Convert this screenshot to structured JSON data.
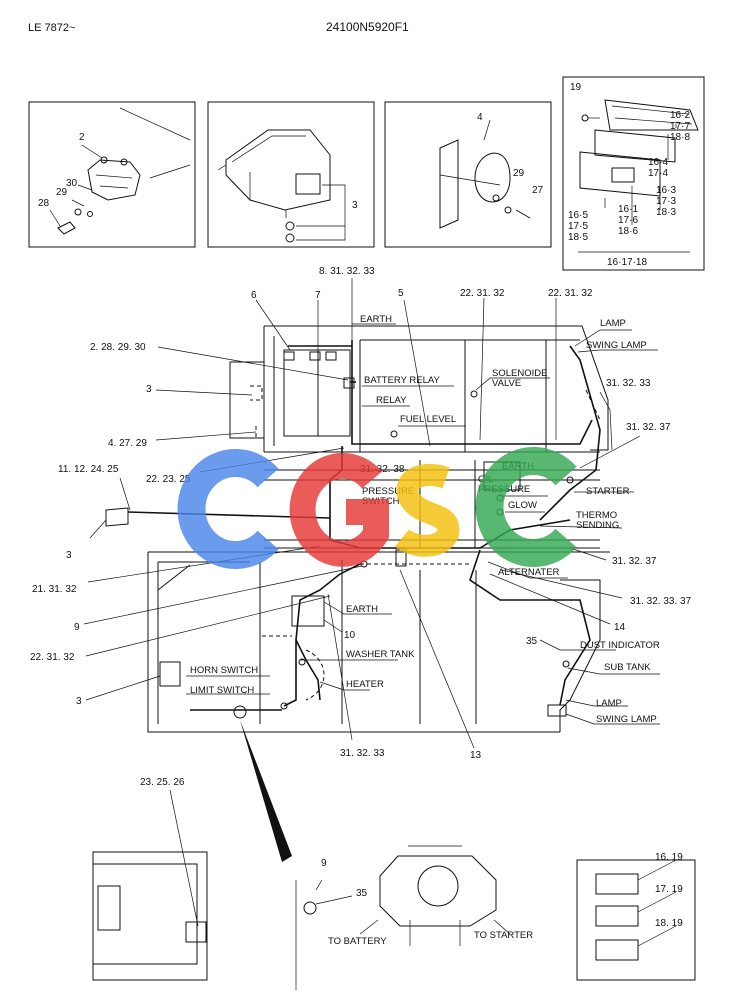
{
  "header": {
    "model": "LE 7872~",
    "part_number": "24100N5920F1"
  },
  "watermark": {
    "text": "CGSC",
    "colors": [
      "#4a86e8",
      "#e53935",
      "#f4c20d",
      "#34a853"
    ]
  },
  "callouts": {
    "c2": "2",
    "c30": "30",
    "c29a": "29",
    "c28": "28",
    "c3a": "3",
    "c4": "4",
    "c29b": "29",
    "c27": "27",
    "c19": "19",
    "c16_2": "16·2",
    "c17_7": "17·7",
    "c18_8": "18·8",
    "c16_4": "16·4",
    "c17_4": "17·4",
    "c16_3": "16·3",
    "c17_3": "17·3",
    "c18_3": "18·3",
    "c16_5": "16·5",
    "c17_5": "17·5",
    "c18_5": "18·5",
    "c16_1": "16·1",
    "c17_6": "17·6",
    "c18_6": "18·6",
    "c16_17_18": "16·17·18",
    "c8_31_32_33": "8. 31. 32. 33",
    "c6": "6",
    "c7": "7",
    "c5": "5",
    "c22_31_32a": "22. 31. 32",
    "c22_31_32b": "22. 31. 32",
    "c2_28_29_30": "2. 28. 29. 30",
    "c3b": "3",
    "c4_27_29": "4. 27. 29",
    "c11_12_24_25": "11. 12. 24. 25",
    "c22_23_25": "22. 23. 25",
    "c31_32_38": "31. 32. 38",
    "c31_32_33a": "31. 32. 33",
    "c31_32_37a": "31. 32. 37",
    "c3c": "3",
    "c21_31_32": "21. 31. 32",
    "c31_32_37b": "31. 32. 37",
    "c9a": "9",
    "c31_32_33_37": "31. 32. 33. 37",
    "c14": "14",
    "c22_31_32c": "22. 31. 32",
    "c10": "10",
    "c35a": "35",
    "c3d": "3",
    "c31_32_33b": "31. 32. 33",
    "c13": "13",
    "c23_25_26": "23. 25. 26",
    "c9b": "9",
    "c35b": "35",
    "c16_19": "16. 19",
    "c17_19": "17. 19",
    "c18_19": "18. 19"
  },
  "labels": {
    "earth_top": "EARTH",
    "lamp_top": "LAMP",
    "swing_lamp_top": "SWING LAMP",
    "battery_relay": "BATTERY RELAY",
    "relay": "RELAY",
    "solenoide_valve_1": "SOLENOIDE",
    "solenoide_valve_2": "VALVE",
    "fuel_level": "FUEL LEVEL",
    "earth_mid": "EARTH",
    "oil_pressure_1": "OIL",
    "oil_pressure_2": "PRESSURE",
    "starter": "STARTER",
    "pressure_switch_1": "PRESSURE",
    "pressure_switch_2": "SWITCH",
    "glow": "GLOW",
    "thermo_sending_1": "THERMO",
    "thermo_sending_2": "SENDING",
    "alternater": "ALTERNATER",
    "earth_low": "EARTH",
    "washer_tank": "WASHER TANK",
    "heater": "HEATER",
    "horn_switch": "HORN SWITCH",
    "limit_switch": "LIMIT SWITCH",
    "dust_indicator": "DUST INDICATOR",
    "sub_tank": "SUB TANK",
    "lamp_low": "LAMP",
    "swing_lamp_low": "SWING LAMP",
    "to_battery": "TO BATTERY",
    "to_starter": "TO STARTER"
  }
}
